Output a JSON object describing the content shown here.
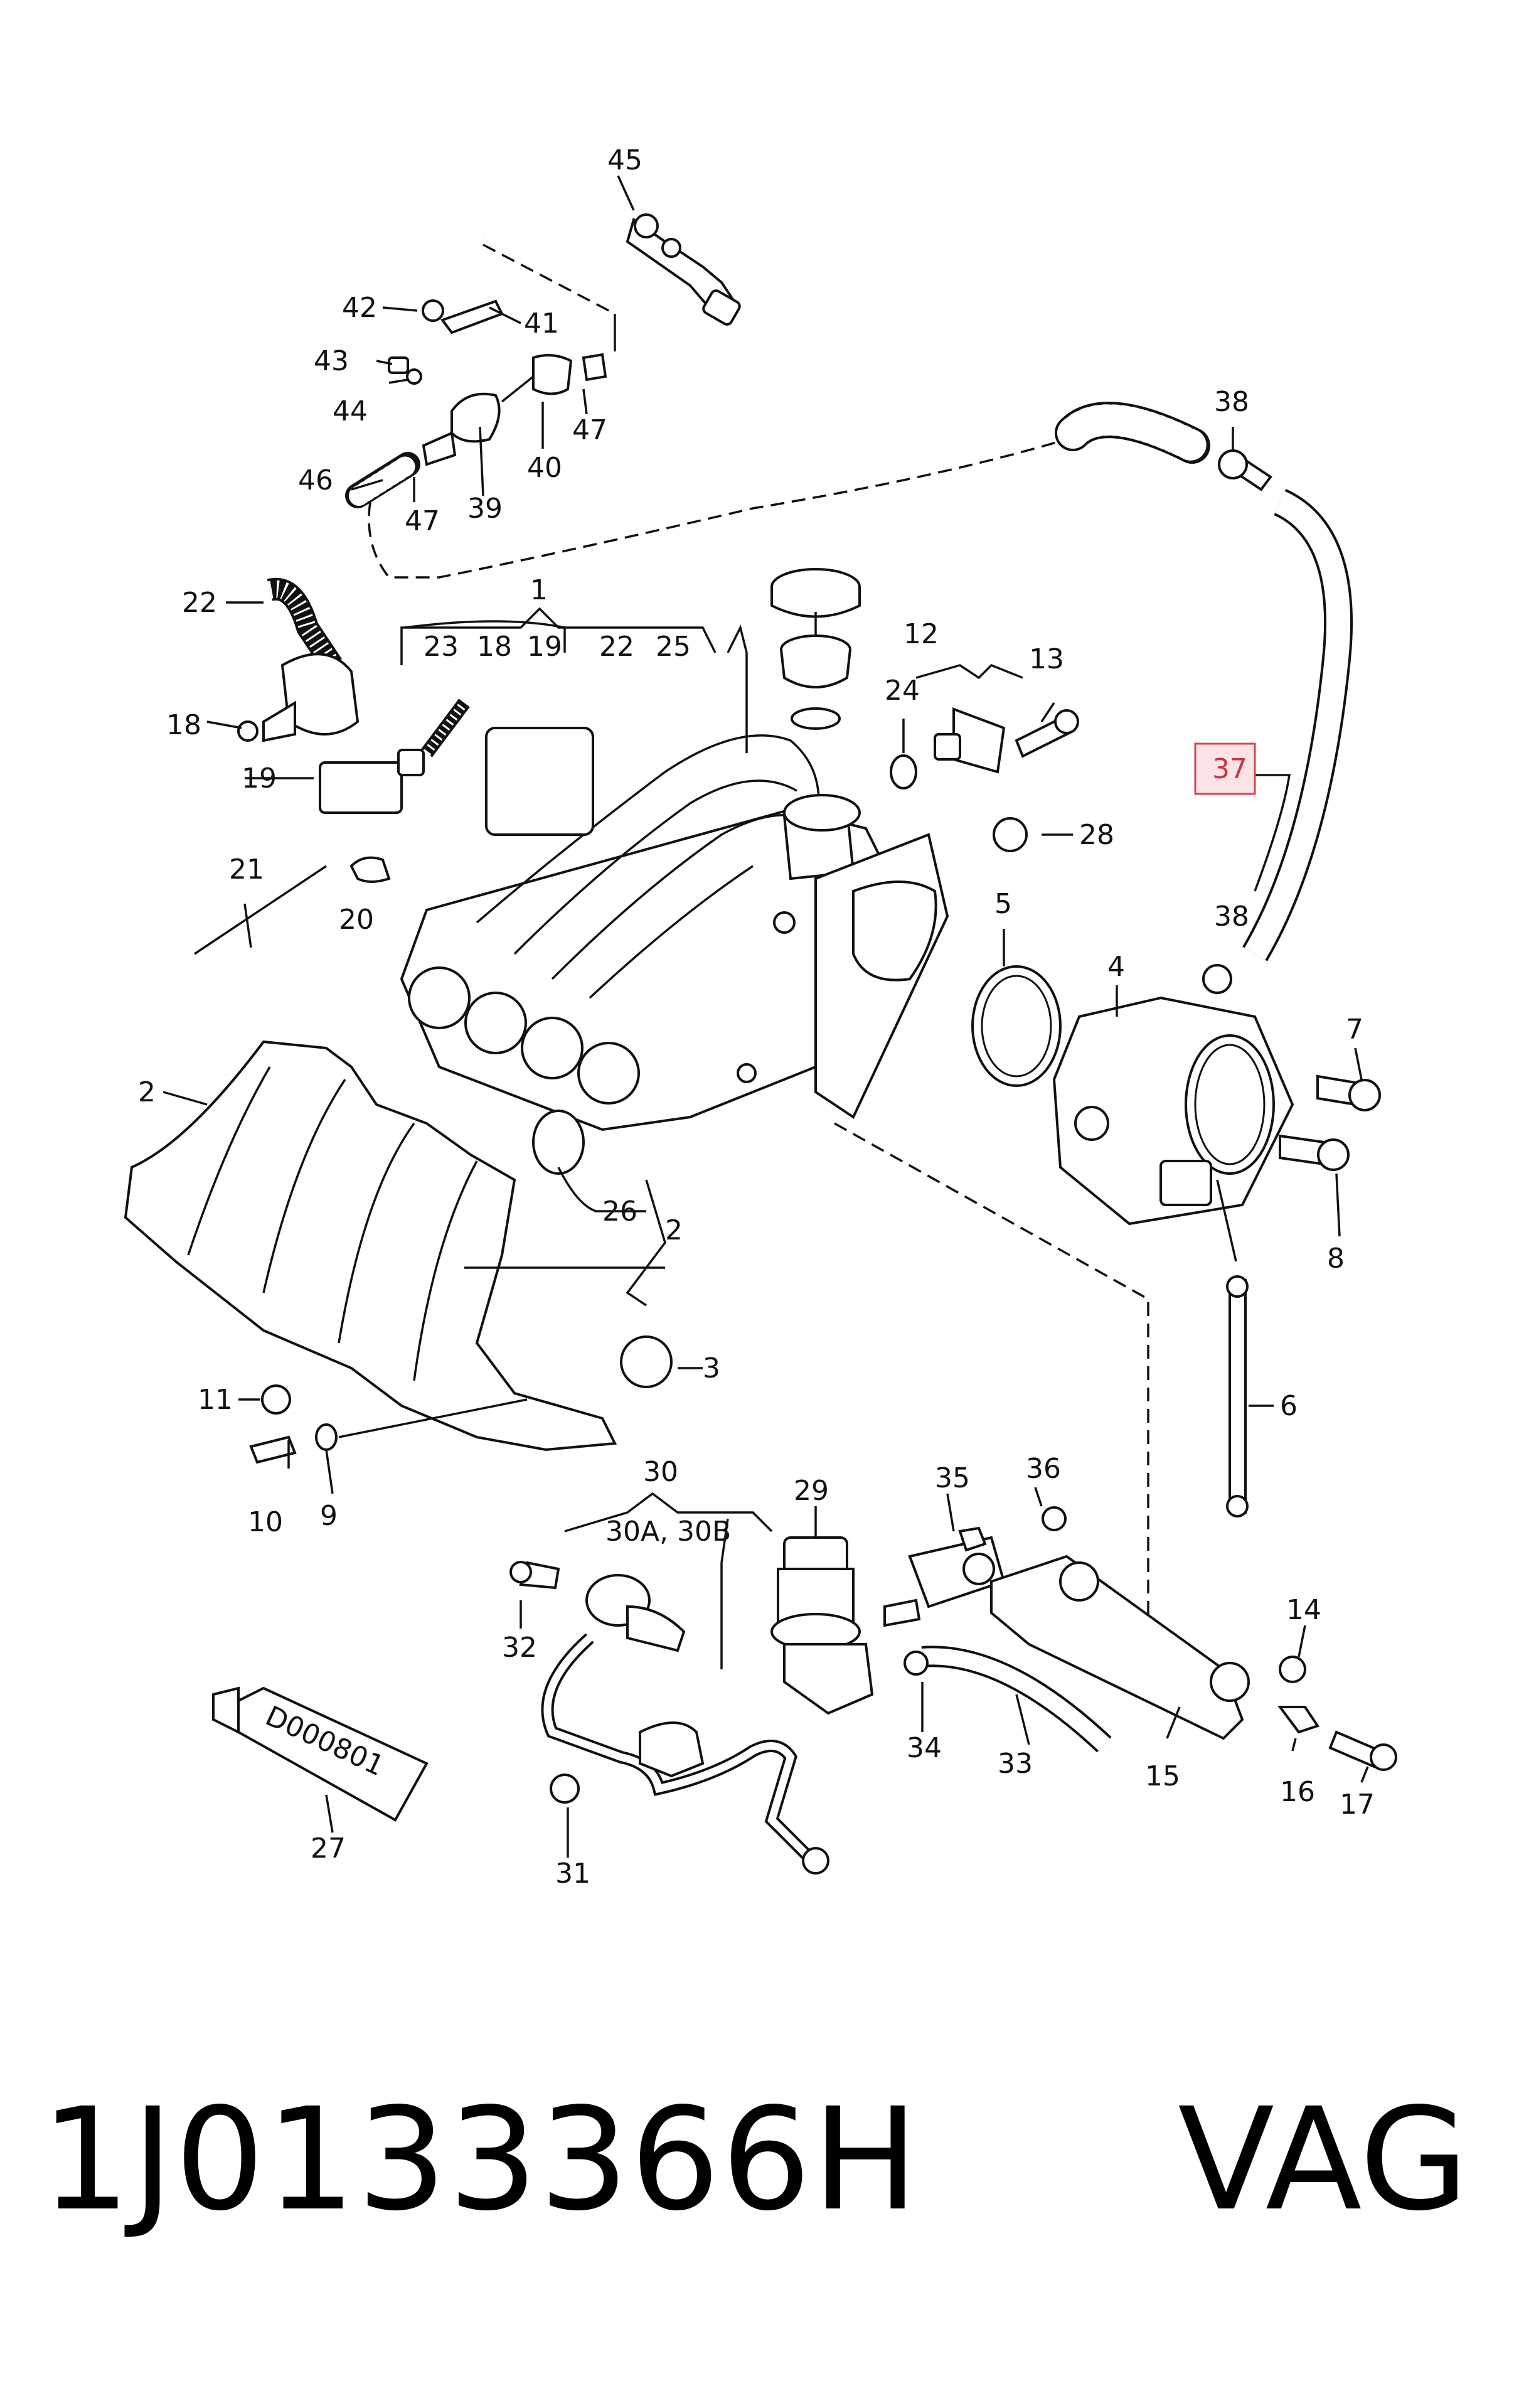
{
  "labels": {
    "l45": "45",
    "l42": "42",
    "l41": "41",
    "l43": "43",
    "l44": "44",
    "l47a": "47",
    "l40": "40",
    "l46": "46",
    "l47b": "47",
    "l39": "39",
    "l38a": "38",
    "l38b": "38",
    "l1": "1",
    "l22a": "22",
    "l23": "23",
    "l18a": "18",
    "l19a": "19",
    "l22b": "22",
    "l25": "25",
    "l18b": "18",
    "l19b": "19",
    "l12": "12",
    "l24": "24",
    "l13": "13",
    "l37": "37",
    "l28": "28",
    "l21": "21",
    "l20": "20",
    "l5": "5",
    "l4": "4",
    "l7": "7",
    "l8": "8",
    "l2a": "2",
    "l26": "26",
    "l2b": "2",
    "l3": "3",
    "l6": "6",
    "l11": "11",
    "l10": "10",
    "l9": "9",
    "l29": "29",
    "l30": "30",
    "l30ab": "30A, 30B",
    "l35": "35",
    "l36": "36",
    "l32": "32",
    "l14": "14",
    "l34": "34",
    "l33": "33",
    "l15": "15",
    "l16": "16",
    "l17": "17",
    "l31": "31",
    "l27": "27"
  },
  "tube_label": "D000801",
  "highlighted_label": "37",
  "footer": {
    "part_number": "1J0133366H",
    "brand": "VAG"
  },
  "colors": {
    "highlight_fill": "#fbe3e6",
    "highlight_border": "#d9434f"
  }
}
